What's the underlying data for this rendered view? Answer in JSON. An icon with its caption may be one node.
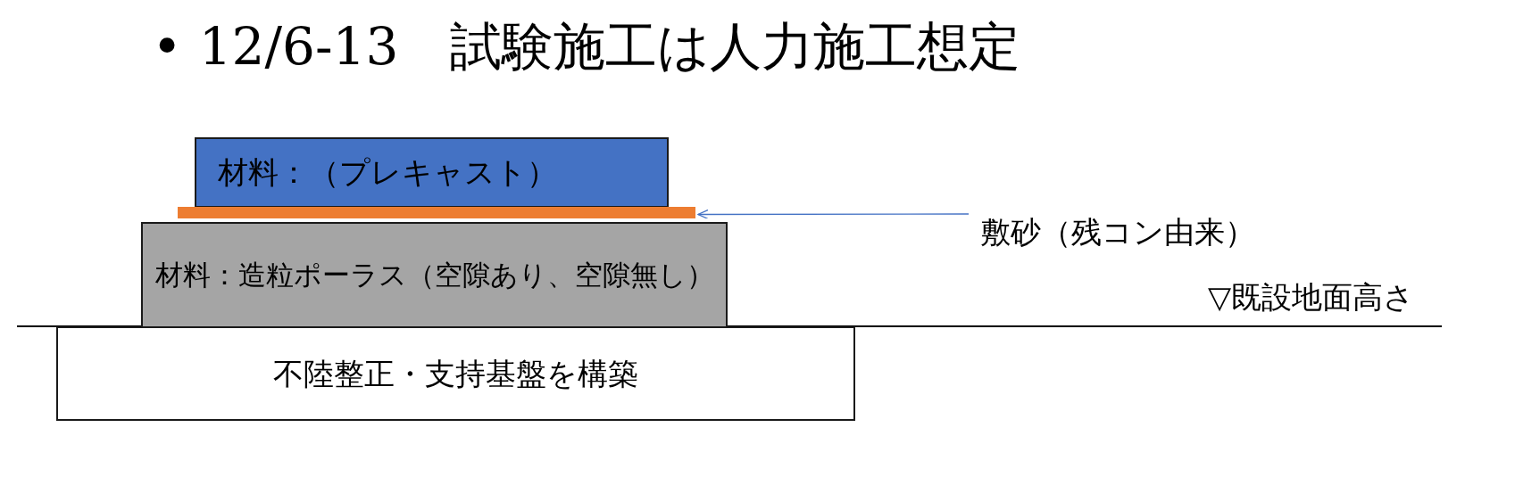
{
  "diagram": {
    "title": "• 12/6-13　試験施工は人力施工想定",
    "nodes": [
      {
        "text": [
          "材料：（プレキャスト）"
        ]
      },
      {
        "text": [],
        "shape": "bar"
      },
      {
        "text": [
          "敷砂（残コン由来）"
        ]
      },
      {
        "text": [
          "材料：造粒ポーラス（空隙あり、空隙無し）"
        ]
      },
      {
        "text": [
          "不陸整正・支持基盤を構築"
        ]
      }
    ],
    "edges": [
      {
        "from": 2,
        "to": 1,
        "arrow": "to"
      }
    ],
    "labels": [
      "▽既設地面高さ"
    ]
  }
}
